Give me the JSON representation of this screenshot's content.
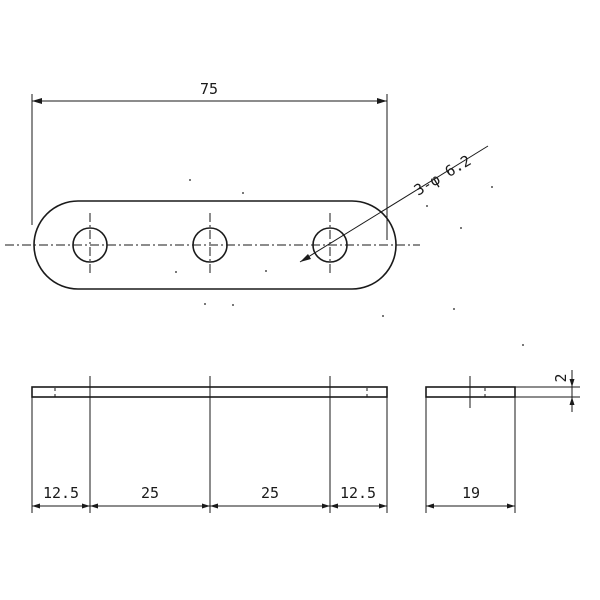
{
  "drawing": {
    "dimensions": {
      "overall_length": "75",
      "hole_callout": "3-φ 6.2",
      "edge_left": "12.5",
      "pitch_1": "25",
      "pitch_2": "25",
      "edge_right": "12.5",
      "width": "19",
      "thickness": "2"
    }
  }
}
